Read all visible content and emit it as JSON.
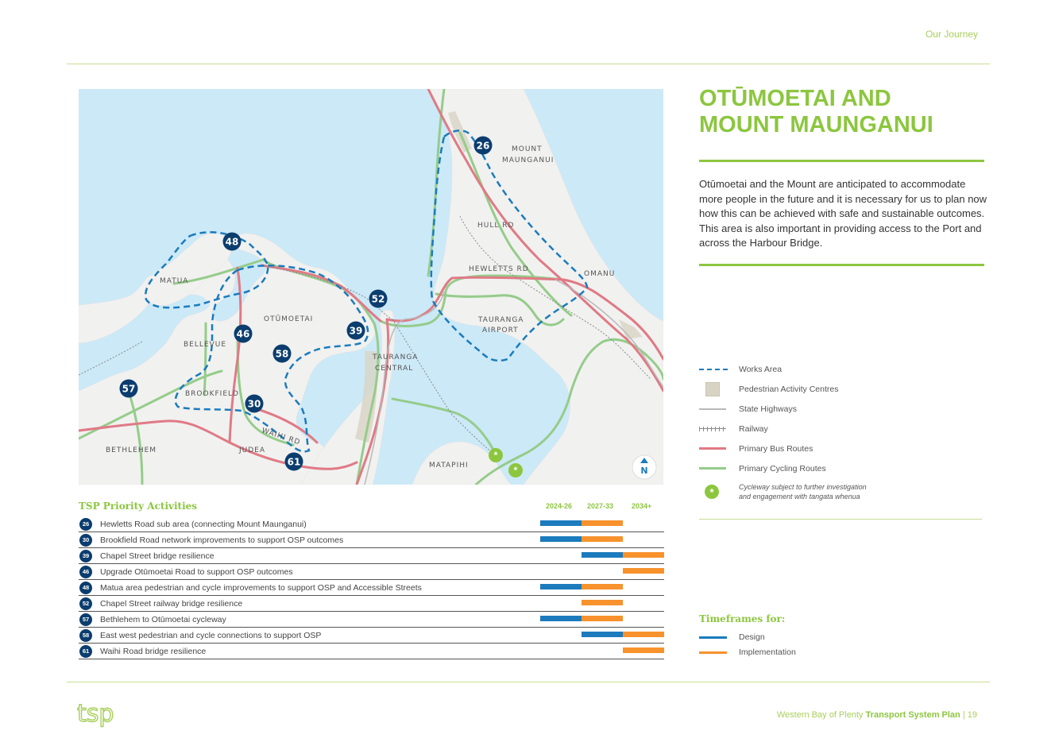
{
  "header": {
    "label": "Our Journey"
  },
  "title": {
    "line1": "OTŪMOETAI AND",
    "line2": "MOUNT MAUNGANUI"
  },
  "intro": "Otūmoetai and the Mount are anticipated to accommodate more people in the future and it is necessary for us to plan now how this can be achieved with safe and sustainable outcomes. This area is also important in providing access to the Port and across the Harbour Bridge.",
  "map": {
    "labels": {
      "mount": "MOUNT",
      "maunganui": "MAUNGANUI",
      "hull_rd": "HULL RD",
      "hewletts_rd": "HEWLETTS RD",
      "omanu": "OMANU",
      "matua": "MATUA",
      "otumoetai": "OTŪMOETAI",
      "bellevue": "BELLEVUE",
      "tauranga": "TAURANGA",
      "airport": "AIRPORT",
      "tauranga2": "TAURANGA",
      "central": "CENTRAL",
      "brookfield": "BROOKFIELD",
      "waihi_rd": "WAIHI RD",
      "bethlehem": "BETHLEHEM",
      "judea": "JUDEA",
      "matapihi": "MATAPIHI"
    },
    "markers": {
      "m26": "26",
      "m48": "48",
      "m52": "52",
      "m39": "39",
      "m46": "46",
      "m58": "58",
      "m57": "57",
      "m30": "30",
      "m61": "61"
    },
    "north": "N",
    "colors": {
      "water": "#cce9f7",
      "land": "#f2f2f2",
      "works": "#1b7bbd",
      "bus": "#e07a85",
      "cycle": "#95cc8a",
      "marker": "#0b3d6e",
      "pac": "#d8d4c4"
    }
  },
  "legend": {
    "works_area": "Works Area",
    "pedestrian": "Pedestrian Activity Centres",
    "state_highways": "State Highways",
    "railway": "Railway",
    "bus": "Primary Bus Routes",
    "cycling": "Primary Cycling Routes",
    "note_line1": "Cycleway subject to further investigation",
    "note_line2": "and engagement with tangata whenua"
  },
  "activities": {
    "title": "TSP Priority Activities",
    "periods": [
      "2024-26",
      "2027-33",
      "2034+"
    ],
    "rows": [
      {
        "num": "26",
        "label": "Hewletts Road sub area (connecting Mount Maunganui)",
        "design": [
          0
        ],
        "impl": [
          1
        ]
      },
      {
        "num": "30",
        "label": "Brookfield Road network improvements to support OSP outcomes",
        "design": [
          0
        ],
        "impl": [
          1
        ]
      },
      {
        "num": "39",
        "label": "Chapel Street bridge resilience",
        "design": [
          1
        ],
        "impl": [
          2
        ]
      },
      {
        "num": "46",
        "label": "Upgrade Otūmoetai Road to support OSP outcomes",
        "design": [],
        "impl": [
          2
        ]
      },
      {
        "num": "48",
        "label": "Matua area pedestrian and cycle improvements to support OSP and Accessible Streets",
        "design": [
          0
        ],
        "impl": [
          1
        ]
      },
      {
        "num": "52",
        "label": "Chapel Street railway bridge resilience",
        "design": [],
        "impl": [
          1
        ]
      },
      {
        "num": "57",
        "label": "Bethlehem to Otūmoetai cycleway",
        "design": [
          0
        ],
        "impl": [
          1
        ]
      },
      {
        "num": "58",
        "label": "East west pedestrian and cycle connections to support OSP",
        "design": [
          1
        ],
        "impl": [
          2
        ]
      },
      {
        "num": "61",
        "label": "Waihi Road bridge resilience",
        "design": [],
        "impl": [
          2
        ]
      }
    ]
  },
  "timeframes": {
    "title": "Timeframes for:",
    "design": "Design",
    "implementation": "Implementation",
    "design_color": "#1b7bbd",
    "impl_color": "#f7922c"
  },
  "footer": {
    "prefix": "Western Bay of Plenty ",
    "bold": "Transport System Plan",
    "page": " | 19"
  },
  "logo": {
    "text": "tsp"
  }
}
